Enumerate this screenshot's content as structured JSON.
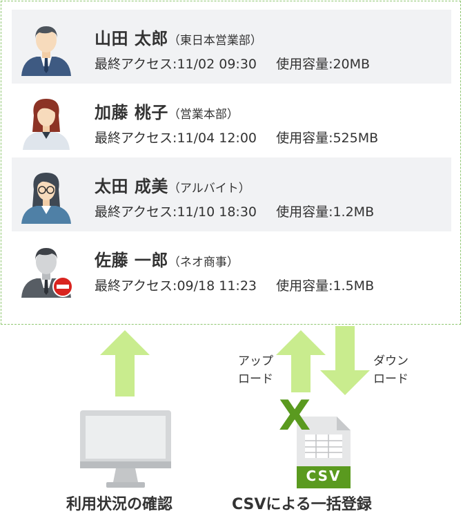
{
  "users": [
    {
      "name": "山田 太郎",
      "org": "（東日本営業部）",
      "last_access_label": "最終アクセス:",
      "last_access": "11/02 09:30",
      "usage_label": "使用容量:",
      "usage": "20MB",
      "avatar": "man-suit-avatar-icon",
      "shaded": true
    },
    {
      "name": "加藤 桃子",
      "org": "（営業本部）",
      "last_access_label": "最終アクセス:",
      "last_access": "11/04 12:00",
      "usage_label": "使用容量:",
      "usage": "525MB",
      "avatar": "woman-avatar-icon",
      "shaded": false
    },
    {
      "name": "太田 成美",
      "org": "（アルバイト）",
      "last_access_label": "最終アクセス:",
      "last_access": "11/10 18:30",
      "usage_label": "使用容量:",
      "usage": "1.2MB",
      "avatar": "woman-glasses-avatar-icon",
      "shaded": true
    },
    {
      "name": "佐藤 一郎",
      "org": "（ネオ商事）",
      "last_access_label": "最終アクセス:",
      "last_access": "09/18 11:23",
      "usage_label": "使用容量:",
      "usage": "1.5MB",
      "avatar": "man-disabled-avatar-icon",
      "shaded": false
    }
  ],
  "labels": {
    "upload": "アップ\nロード",
    "download": "ダウン\nロード",
    "usage_status": "利用状況の確認",
    "csv_bulk": "CSVによる一括登録",
    "csv_file_text": "CSV",
    "excel_letter": "X"
  },
  "colors": {
    "arrow": "#c9ec8e",
    "panel_border": "#8ec66f",
    "row_shade": "#f1f2f4",
    "excel_green": "#5a9a1f",
    "no_entry_red": "#d9241f"
  }
}
